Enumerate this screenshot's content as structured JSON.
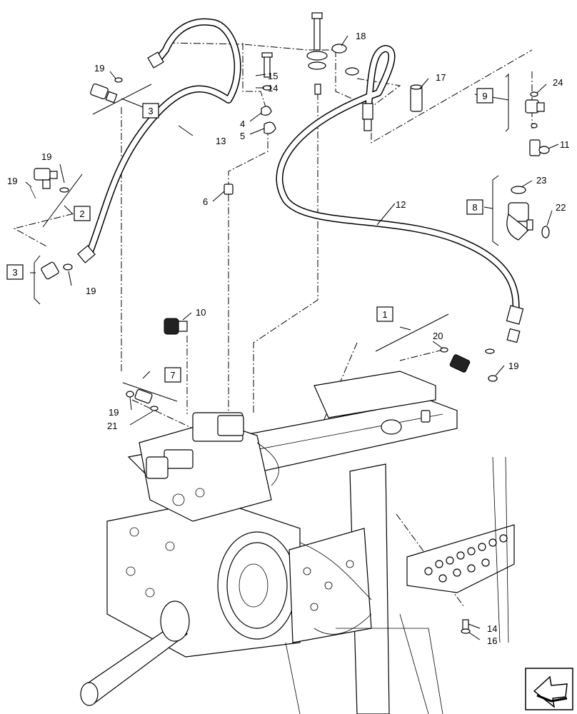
{
  "callouts": {
    "c1": "1",
    "c2": "2",
    "c3a": "3",
    "c3b": "3",
    "c4": "4",
    "c5": "5",
    "c6": "6",
    "c7": "7",
    "c8": "8",
    "c9": "9",
    "c10": "10",
    "c11": "11",
    "c12": "12",
    "c13": "13",
    "c14a": "14",
    "c14b": "14",
    "c15": "15",
    "c16": "16",
    "c17": "17",
    "c18": "18",
    "c19a": "19",
    "c19b": "19",
    "c19c": "19",
    "c19d": "19",
    "c19e": "19",
    "c19f": "19",
    "c20": "20",
    "c21": "21",
    "c22": "22",
    "c23": "23",
    "c24": "24"
  },
  "icons": {
    "nav": "next-page-arrow-icon"
  }
}
